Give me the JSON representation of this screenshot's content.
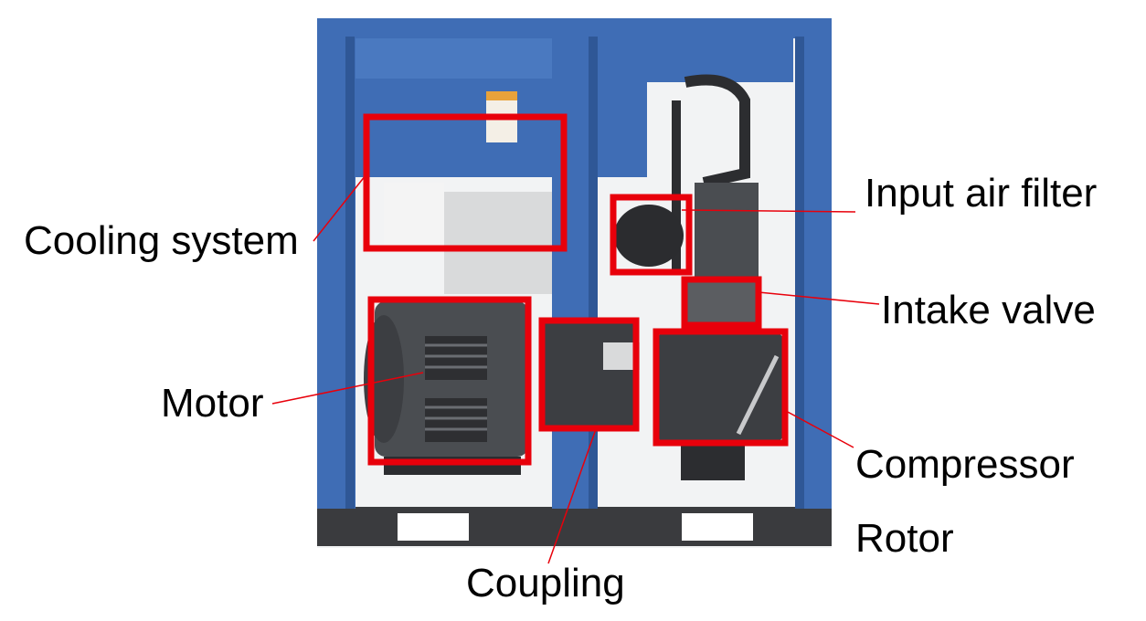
{
  "labels": {
    "cooling_system": "Cooling system",
    "input_air_filter": "Input air filter",
    "intake_valve": "Intake valve",
    "motor": "Motor",
    "compressor": "Compressor",
    "rotor": "Rotor",
    "coupling": "Coupling"
  },
  "colors": {
    "frame_blue": "#3f6db5",
    "frame_dark_blue": "#2f5796",
    "highlight_red": "#e8000b",
    "machine_gray": "#4a4d51",
    "base_dark": "#3a3b3e",
    "panel_light": "#d9dadb"
  }
}
